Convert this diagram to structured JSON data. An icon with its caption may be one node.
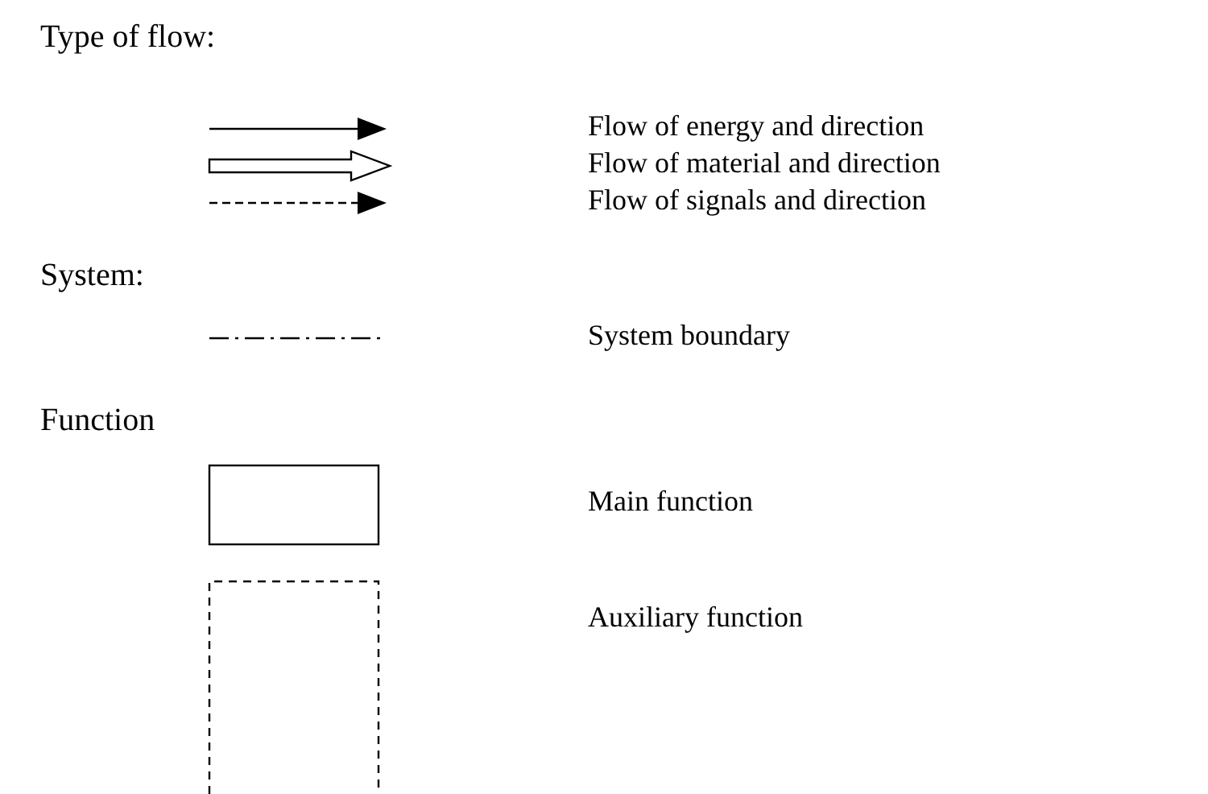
{
  "diagram": {
    "labels": [
      "Type of flow:",
      "System:",
      "Function"
    ],
    "legend": [
      {
        "text": "Flow of energy and direction"
      },
      {
        "text": "Flow of material and direction"
      },
      {
        "text": "Flow of signals and direction"
      },
      {
        "text": "System boundary"
      },
      {
        "text": "Main function"
      },
      {
        "text": "Auxiliary function"
      }
    ]
  }
}
